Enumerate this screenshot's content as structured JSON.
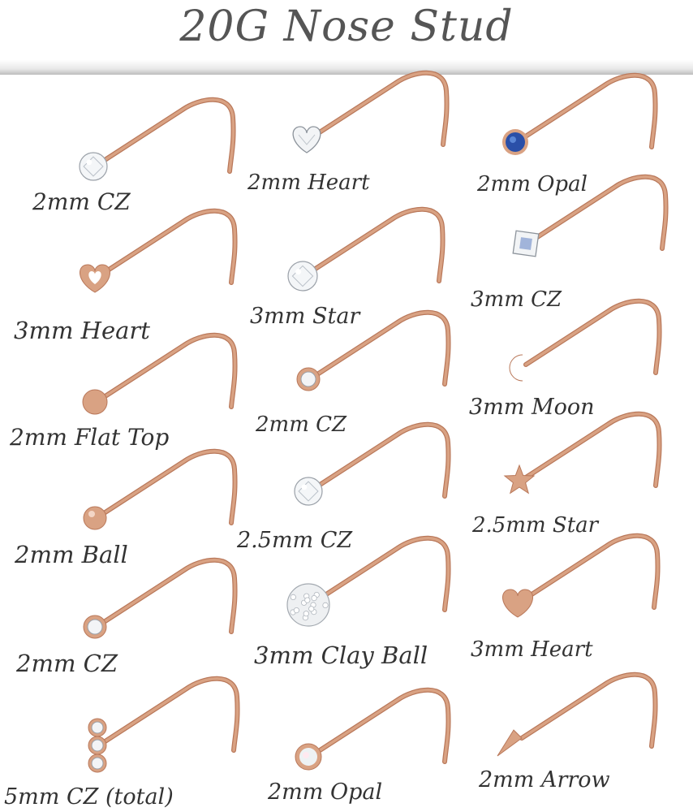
{
  "title": "20G Nose Stud",
  "colors": {
    "metal": "#d9a283",
    "metal_dark": "#b9785a",
    "text": "#333333",
    "opal_blue": "#2a4fa8"
  },
  "items": [
    {
      "label": "2mm CZ",
      "head": "cz-round-icon"
    },
    {
      "label": "2mm Heart",
      "head": "cz-heart-icon"
    },
    {
      "label": "2mm Opal",
      "head": "blue-opal-icon"
    },
    {
      "label": "3mm Heart",
      "head": "open-heart-icon"
    },
    {
      "label": "3mm Star",
      "head": "cz-star-icon"
    },
    {
      "label": "3mm CZ",
      "head": "cz-square-icon"
    },
    {
      "label": "2mm Flat Top",
      "head": "flat-top-icon"
    },
    {
      "label": "2mm CZ",
      "head": "bezel-cz-icon"
    },
    {
      "label": "3mm Moon",
      "head": "moon-icon"
    },
    {
      "label": "2mm Ball",
      "head": "ball-icon"
    },
    {
      "label": "2.5mm CZ",
      "head": "cz-round-icon"
    },
    {
      "label": "2.5mm Star",
      "head": "star-icon"
    },
    {
      "label": "2mm CZ",
      "head": "bezel-cz-icon"
    },
    {
      "label": "3mm Clay Ball",
      "head": "crystal-ball-icon"
    },
    {
      "label": "3mm Heart",
      "head": "solid-heart-icon"
    },
    {
      "label": "5mm CZ (total)",
      "head": "triple-cz-icon"
    },
    {
      "label": "2mm Opal",
      "head": "white-opal-icon"
    },
    {
      "label": "2mm Arrow",
      "head": "arrow-spike-icon"
    }
  ]
}
